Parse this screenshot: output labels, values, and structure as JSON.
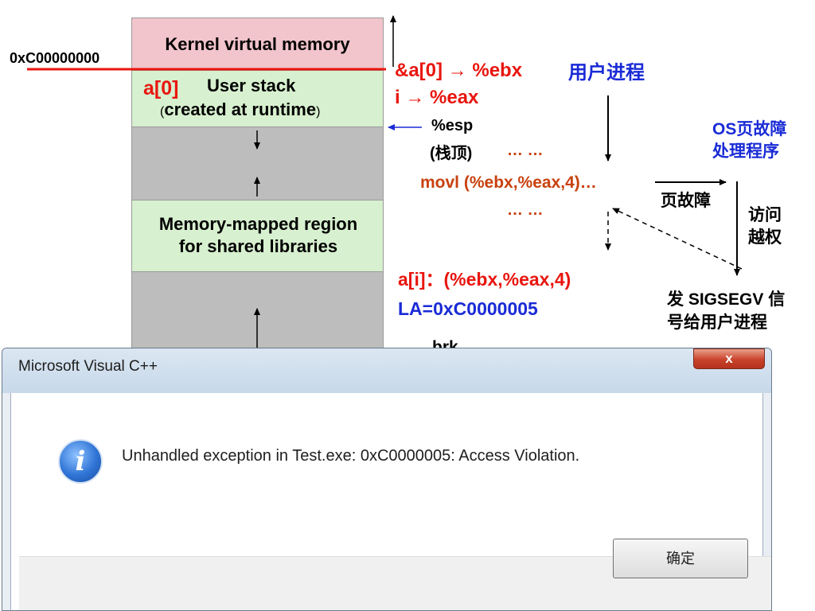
{
  "memory": {
    "address": "0xC00000000",
    "kernel_label": "Kernel virtual memory",
    "a0_label": "a[0]",
    "user_stack_line1": "User stack",
    "user_stack_line2_open": "(",
    "user_stack_line2_text": "created at runtime",
    "user_stack_line2_close": ")",
    "esp_label": "%esp",
    "stack_top_label": "(栈顶)",
    "mmap_line1": "Memory-mapped region",
    "mmap_line2": "for shared libraries",
    "brk_label": "brk"
  },
  "code": {
    "ebx_assign": "&a[0] → %ebx",
    "eax_assign": "i → %eax",
    "ellipsis_top": "… …",
    "movl": "movl (%ebx,%eax,4)…",
    "ellipsis_bottom": "… …",
    "ai_operand": "a[i]：(%ebx,%eax,4)",
    "linear_address": "LA=0xC0000005"
  },
  "flow": {
    "user_process": "用户进程",
    "os_handler_line1": "OS页故障",
    "os_handler_line2": "处理程序",
    "page_fault": "页故障",
    "violation_line1": "访问",
    "violation_line2": "越权",
    "signal_line1": "发 SIGSEGV 信",
    "signal_line2": "号给用户进程"
  },
  "dialog": {
    "title": "Microsoft Visual C++",
    "close_glyph": "x",
    "message": "Unhandled exception in Test.exe: 0xC0000005: Access Violation.",
    "icon": "info-icon",
    "ok_label": "确定"
  },
  "colors": {
    "red": "#e8160f",
    "orange": "#c8410f",
    "blue": "#1a2bd6",
    "kernel": "#f2c4cb",
    "green": "#d7f0cf",
    "gray": "#bdbdbd"
  }
}
